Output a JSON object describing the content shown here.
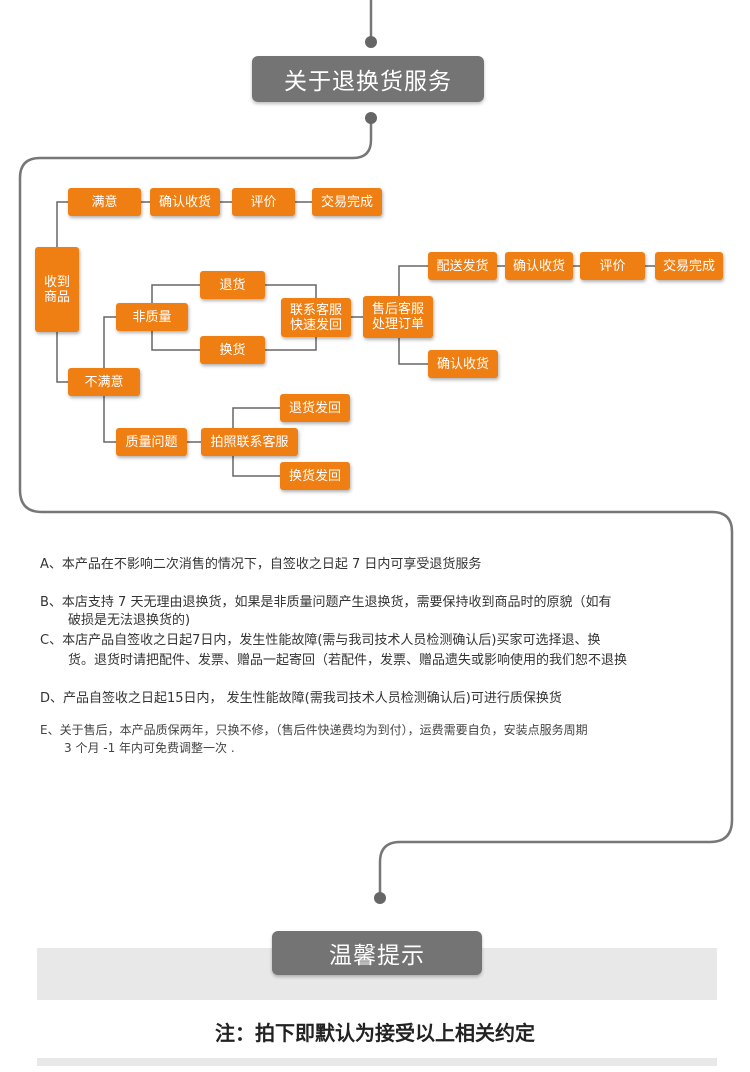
{
  "header": {
    "title": "关于退换货服务"
  },
  "flow": {
    "received": "收到\n商品",
    "satisfied": "满意",
    "confirm_receipt_1": "确认收货",
    "review_1": "评价",
    "trade_complete_1": "交易完成",
    "non_quality": "非质量",
    "return_goods": "退货",
    "exchange_goods": "换货",
    "contact_cs_fast_return": "联系客服\n快速发回",
    "after_sales_process": "售后客服\n处理订单",
    "ship_out": "配送发货",
    "confirm_receipt_2": "确认收货",
    "review_2": "评价",
    "trade_complete_2": "交易完成",
    "confirm_receipt_3": "确认收货",
    "dissatisfied": "不满意",
    "quality_issue": "质量问题",
    "photo_contact_cs": "拍照联系客服",
    "return_send_back": "退货发回",
    "exchange_send_back": "换货发回"
  },
  "rules": {
    "a": "A、本产品在不影响二次消售的情况下，自签收之日起 7 日内可享受退货服务",
    "b1": "B、本店支持 7 天无理由退换货，如果是非质量问题产生退换货，需要保持收到商品时的原貌（如有",
    "b2": "破损是无法退换货的)",
    "c1": "C、本店产品自签收之日起7日内，发生性能故障(需与我司技术人员检测确认后)买家可选择退、换",
    "c2": "货。退货时请把配件、发票、赠品一起寄回（若配件，发票、赠品遗失或影响使用的我们恕不退换",
    "d": "D、产品自签收之日起15日内， 发生性能故障(需我司技术人员检测确认后)可进行质保换货",
    "e1": "E、关于售后，本产品质保两年，只换不修，（售后件快递费均为到付），运费需要自负，安装点服务周期",
    "e2": "3 个月 -1 年内可免费调整一次 ."
  },
  "tips": {
    "title": "温馨提示",
    "notice": "注：拍下即默认为接受以上相关约定"
  },
  "colors": {
    "orange": "#f07f13",
    "gray_pill": "#747474",
    "line": "#777777",
    "band": "#e8e8e8"
  }
}
